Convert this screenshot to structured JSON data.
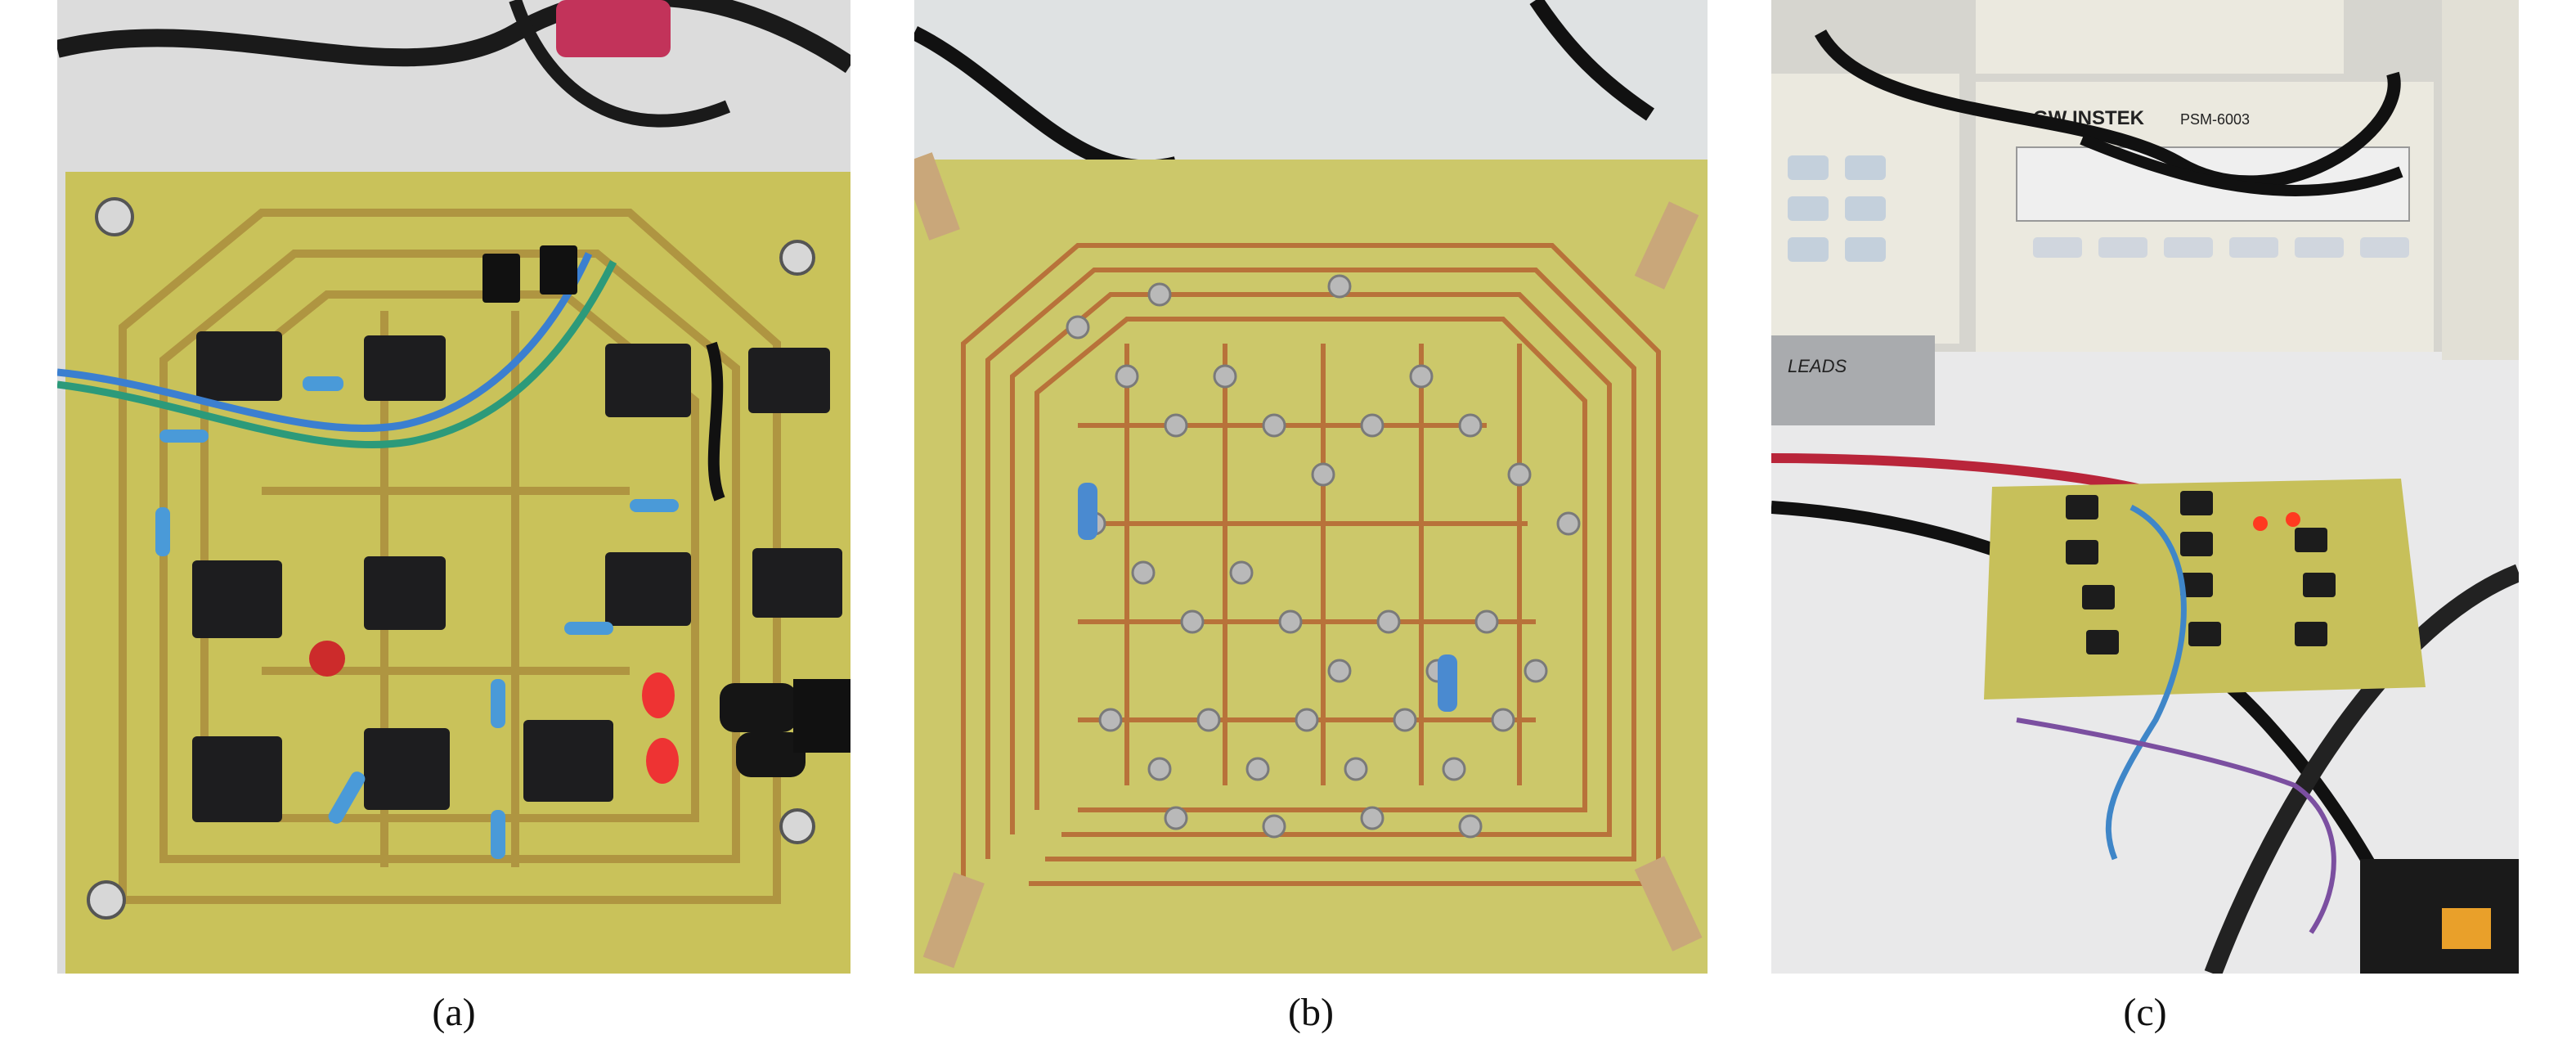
{
  "figure": {
    "panels": [
      {
        "id": "a",
        "label": "(a)",
        "subject": "pcb-component-side"
      },
      {
        "id": "b",
        "label": "(b)",
        "subject": "pcb-solder-side"
      },
      {
        "id": "c",
        "label": "(c)",
        "subject": "lab-test-setup"
      }
    ],
    "equipment_text": {
      "brand": "GW INSTEK",
      "model": "PSM-6003",
      "leads": "LEADS"
    },
    "colors": {
      "board": "#c9c25a",
      "trace": "#b8723a",
      "chip": "#1d1d1f",
      "bg": "#e6e6e6"
    }
  }
}
